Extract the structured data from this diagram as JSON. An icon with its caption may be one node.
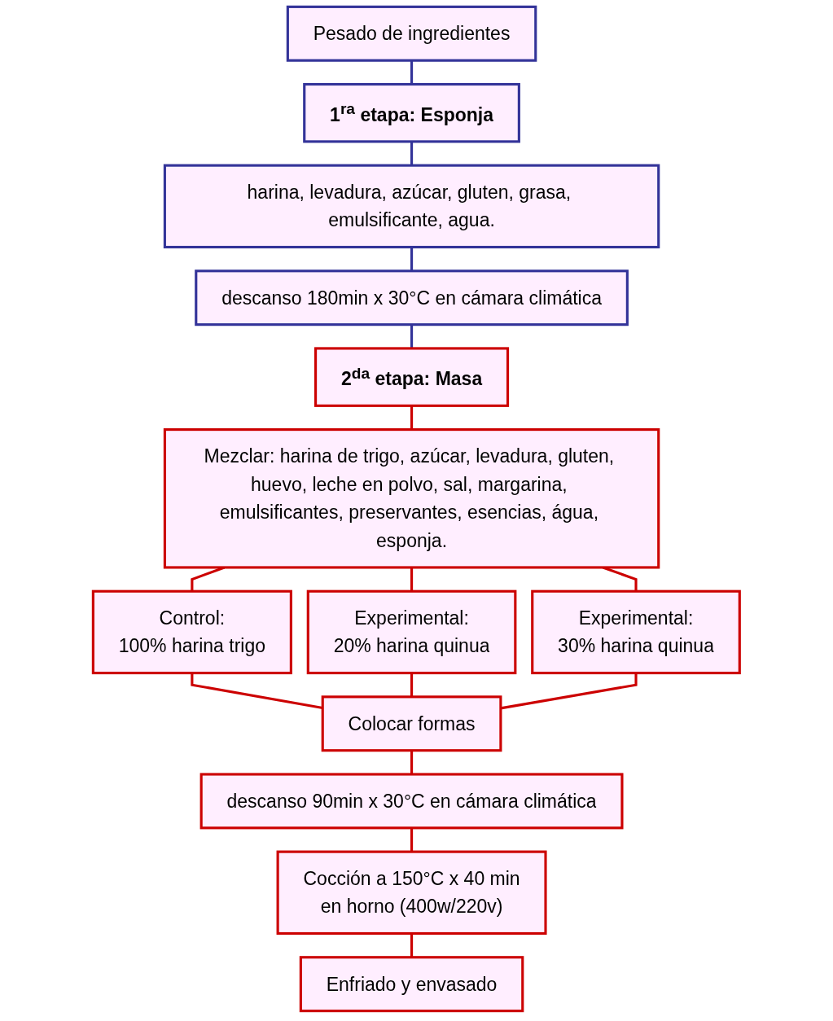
{
  "diagram": {
    "nodes": [
      {
        "text": [
          "Pesado de ingredientes"
        ]
      },
      {
        "text": [
          "1$^{ra}$ etapa: Esponja"
        ]
      },
      {
        "text": [
          "harina, levadura, azúcar, gluten, grasa, emulsificante, agua."
        ]
      },
      {
        "text": [
          "descanso 180min x 30°C en cámara climática"
        ]
      },
      {
        "text": [
          "2$^{da}$ etapa: Masa"
        ]
      },
      {
        "text": [
          "Mezclar: harina de trigo, azúcar, levadura, gluten, huevo, leche en polvo, sal, margarina, emulsificantes, preservantes, esencias, água, esponja."
        ]
      },
      {
        "text": [
          "Control:",
          "100% harina trigo"
        ]
      },
      {
        "text": [
          "Experimental:",
          "20% harina quinua"
        ]
      },
      {
        "text": [
          "Experimental:",
          "30% harina quinua"
        ]
      },
      {
        "text": [
          "Colocar formas"
        ]
      },
      {
        "text": [
          "descanso 90min x 30°C en cámara climática"
        ]
      },
      {
        "text": [
          "Cocción a 150°C x 40 min",
          "en horno (400w/220v)"
        ]
      },
      {
        "text": [
          "Enfriado y envasado"
        ]
      }
    ],
    "edges": [
      {
        "from": 0,
        "to": 1,
        "arrow": "none",
        "color": "#333399"
      },
      {
        "from": 1,
        "to": 2,
        "arrow": "none",
        "color": "#333399"
      },
      {
        "from": 2,
        "to": 3,
        "arrow": "none",
        "color": "#333399"
      },
      {
        "from": 3,
        "to": 4,
        "arrow": "none",
        "color": "#333399"
      },
      {
        "from": 4,
        "to": 5,
        "arrow": "none"
      },
      {
        "from": 5,
        "to": 6,
        "arrow": "none"
      },
      {
        "from": 5,
        "to": 7,
        "arrow": "none"
      },
      {
        "from": 5,
        "to": 8,
        "arrow": "none"
      },
      {
        "from": 6,
        "to": 9,
        "arrow": "none"
      },
      {
        "from": 7,
        "to": 9,
        "arrow": "none"
      },
      {
        "from": 8,
        "to": 9,
        "arrow": "none"
      },
      {
        "from": 9,
        "to": 10,
        "arrow": "none"
      },
      {
        "from": 10,
        "to": 11,
        "arrow": "none"
      },
      {
        "from": 11,
        "to": 12,
        "arrow": "none"
      }
    ]
  }
}
